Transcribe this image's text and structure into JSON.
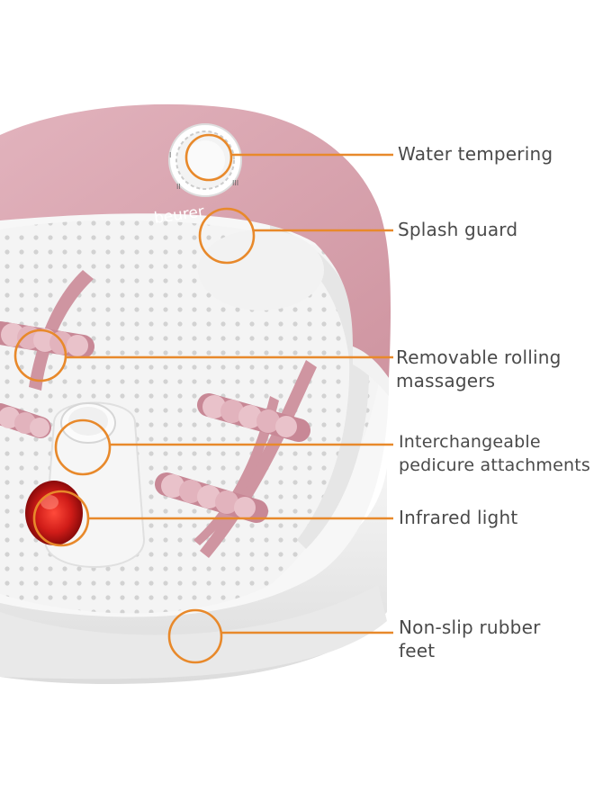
{
  "brand": "beurer",
  "accent_color": "#E8892B",
  "label_color": "#4a4a4a",
  "shell_color": "#D8A3AE",
  "callouts": [
    {
      "line1": "Water tempering",
      "line2": ""
    },
    {
      "line1": "Splash guard",
      "line2": ""
    },
    {
      "line1": "Removable rolling",
      "line2": "massagers"
    },
    {
      "line1": "Interchangeable",
      "line2": "pedicure attachments"
    },
    {
      "line1": "Infrared light",
      "line2": ""
    },
    {
      "line1": "Non-slip rubber",
      "line2": "feet"
    }
  ]
}
